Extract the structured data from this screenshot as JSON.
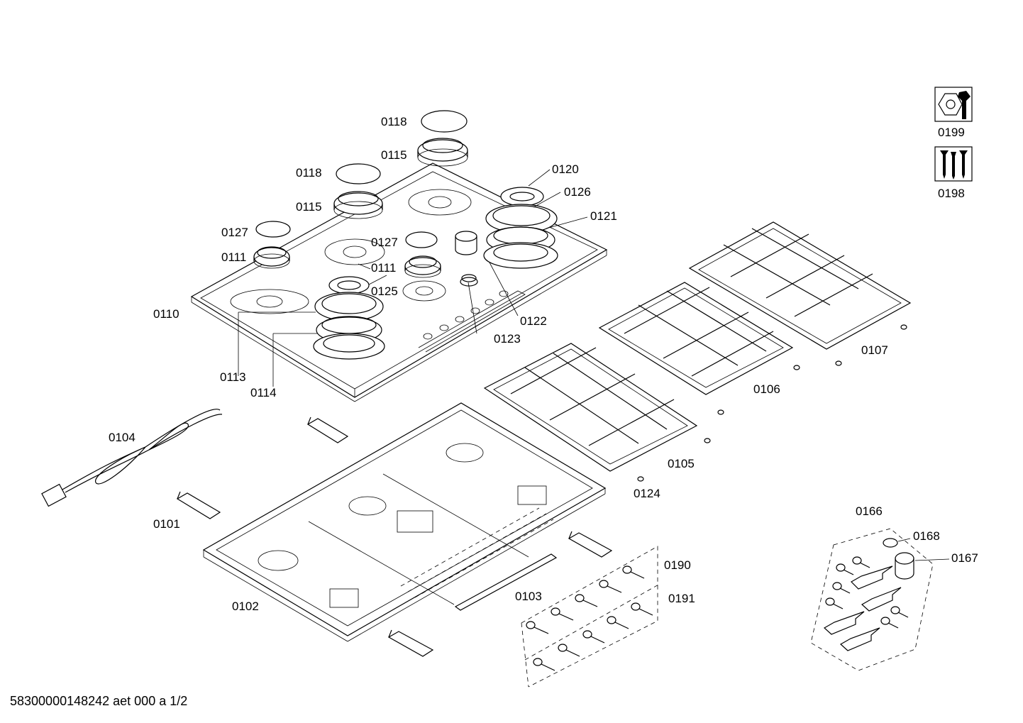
{
  "labels": {
    "p0118a": "0118",
    "p0115a": "0115",
    "p0118b": "0118",
    "p0115b": "0115",
    "p0127a": "0127",
    "p0111a": "0111",
    "p0127b": "0127",
    "p0111b": "0111",
    "p0125": "0125",
    "p0110": "0110",
    "p0113": "0113",
    "p0114": "0114",
    "p0120": "0120",
    "p0126": "0126",
    "p0121": "0121",
    "p0122": "0122",
    "p0123": "0123",
    "p0107": "0107",
    "p0106": "0106",
    "p0105": "0105",
    "p0124": "0124",
    "p0104": "0104",
    "p0101": "0101",
    "p0102": "0102",
    "p0103": "0103",
    "p0190": "0190",
    "p0191": "0191",
    "p0166": "0166",
    "p0168": "0168",
    "p0167": "0167",
    "p0199": "0199",
    "p0198": "0198"
  },
  "footer": "58300000148242 aet 000 a 1/2",
  "icons": {
    "tool": "wrench-nut-icon",
    "screws": "screws-icon"
  }
}
